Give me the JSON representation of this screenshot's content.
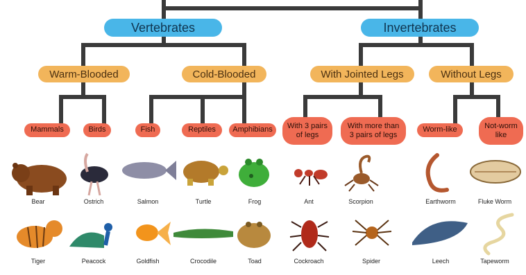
{
  "root": {
    "vertebrates": "Vertebrates",
    "invertebrates": "Invertebrates"
  },
  "groups": {
    "warm_blooded": "Warm-Blooded",
    "cold_blooded": "Cold-Blooded",
    "with_jointed_legs": "With Jointed Legs",
    "without_legs": "Without Legs"
  },
  "classes": {
    "mammals": "Mammals",
    "birds": "Birds",
    "fish": "Fish",
    "reptiles": "Reptiles",
    "amphibians": "Amphibians",
    "three_pairs": "With 3 pairs of legs",
    "more_than_three": "With more than 3 pairs of legs",
    "worm_like": "Worm-like",
    "not_worm_like": "Not-worm like"
  },
  "animals": {
    "bear": "Bear",
    "ostrich": "Ostrich",
    "salmon": "Salmon",
    "turtle": "Turtle",
    "frog": "Frog",
    "ant": "Ant",
    "scorpion": "Scorpion",
    "earthworm": "Earthworm",
    "fluke_worm": "Fluke Worm",
    "tiger": "Tiger",
    "peacock": "Peacock",
    "goldfish": "Goldfish",
    "crocodile": "Crocodile",
    "toad": "Toad",
    "cockroach": "Cockroach",
    "spider": "Spider",
    "leech": "Leech",
    "tapeworm": "Tapeworm"
  },
  "colors": {
    "level1": "#49b6e8",
    "level2": "#f2b55b",
    "level3": "#ef6b52",
    "connector": "#3a3a3a"
  }
}
